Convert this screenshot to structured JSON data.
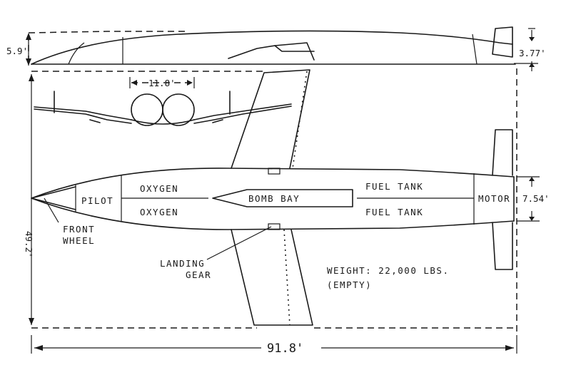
{
  "labels": {
    "pilot": "PILOT",
    "oxygen_top": "OXYGEN",
    "oxygen_bottom": "OXYGEN",
    "bomb_bay": "BOMB BAY",
    "fuel_tank_top": "FUEL TANK",
    "fuel_tank_bottom": "FUEL TANK",
    "motor": "MOTOR",
    "front_wheel_line1": "FRONT",
    "front_wheel_line2": "WHEEL",
    "landing_gear_line1": "LANDING",
    "landing_gear_line2": "GEAR",
    "weight": "WEIGHT: 22,000 LBS.",
    "weight_note": "(EMPTY)"
  },
  "dimensions": {
    "side_height": "5.9'",
    "tail_height": "3.77'",
    "front_width": "11.8'",
    "body_width": "7.54'",
    "wingspan": "49.2'",
    "length": "91.8'"
  }
}
